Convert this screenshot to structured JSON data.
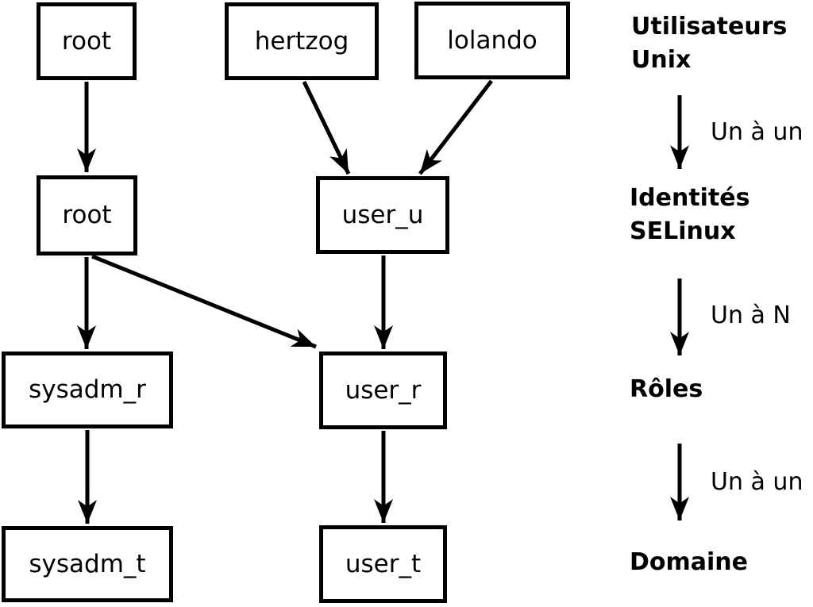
{
  "nodes": {
    "unix_root": "root",
    "hertzog": "hertzog",
    "lolando": "lolando",
    "selinux_root": "root",
    "user_u": "user_u",
    "sysadm_r": "sysadm_r",
    "user_r": "user_r",
    "sysadm_t": "sysadm_t",
    "user_t": "user_t"
  },
  "legend": {
    "levels": [
      {
        "lines": [
          "Utilisateurs",
          "Unix"
        ]
      },
      {
        "lines": [
          "Identités",
          "SELinux"
        ]
      },
      {
        "lines": [
          "Rôles"
        ]
      },
      {
        "lines": [
          "Domaine"
        ]
      }
    ],
    "relations": [
      "Un à un",
      "Un à N",
      "Un à un"
    ]
  },
  "colors": {
    "foreground": "#000000",
    "background": "#ffffff"
  }
}
